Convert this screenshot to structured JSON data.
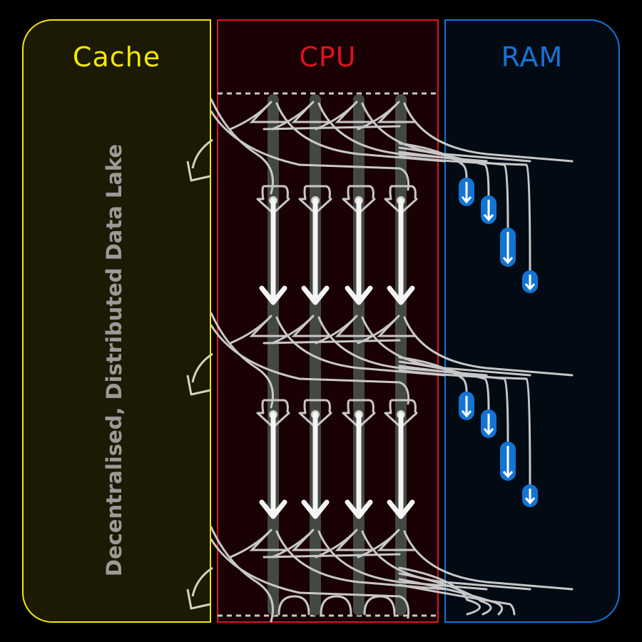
{
  "columns": [
    {
      "id": "cache",
      "label": "Cache",
      "color": "#f4e800",
      "background": "#1c1904"
    },
    {
      "id": "cpu",
      "label": "CPU",
      "color": "#e0121f",
      "background": "#1a0103"
    },
    {
      "id": "ram",
      "label": "RAM",
      "color": "#1474d4",
      "background": "#020b14"
    }
  ],
  "cache": {
    "vertical_label": "Decentralised, Distributed Data Lake"
  },
  "cpu": {
    "lanes": 4,
    "stages": 3
  },
  "ram": {
    "pills_per_stage": 4
  },
  "colors": {
    "wire": "#c8c8c8",
    "lane": "#434845",
    "arrow": "#f5f5f5",
    "pill": "#1474d4",
    "cache_arrow": "#d4d2bf"
  },
  "icons": [
    "down-arrow-icon",
    "cache-out-arrow-icon",
    "ram-pill-down-icon",
    "merge-arrow-icon"
  ]
}
